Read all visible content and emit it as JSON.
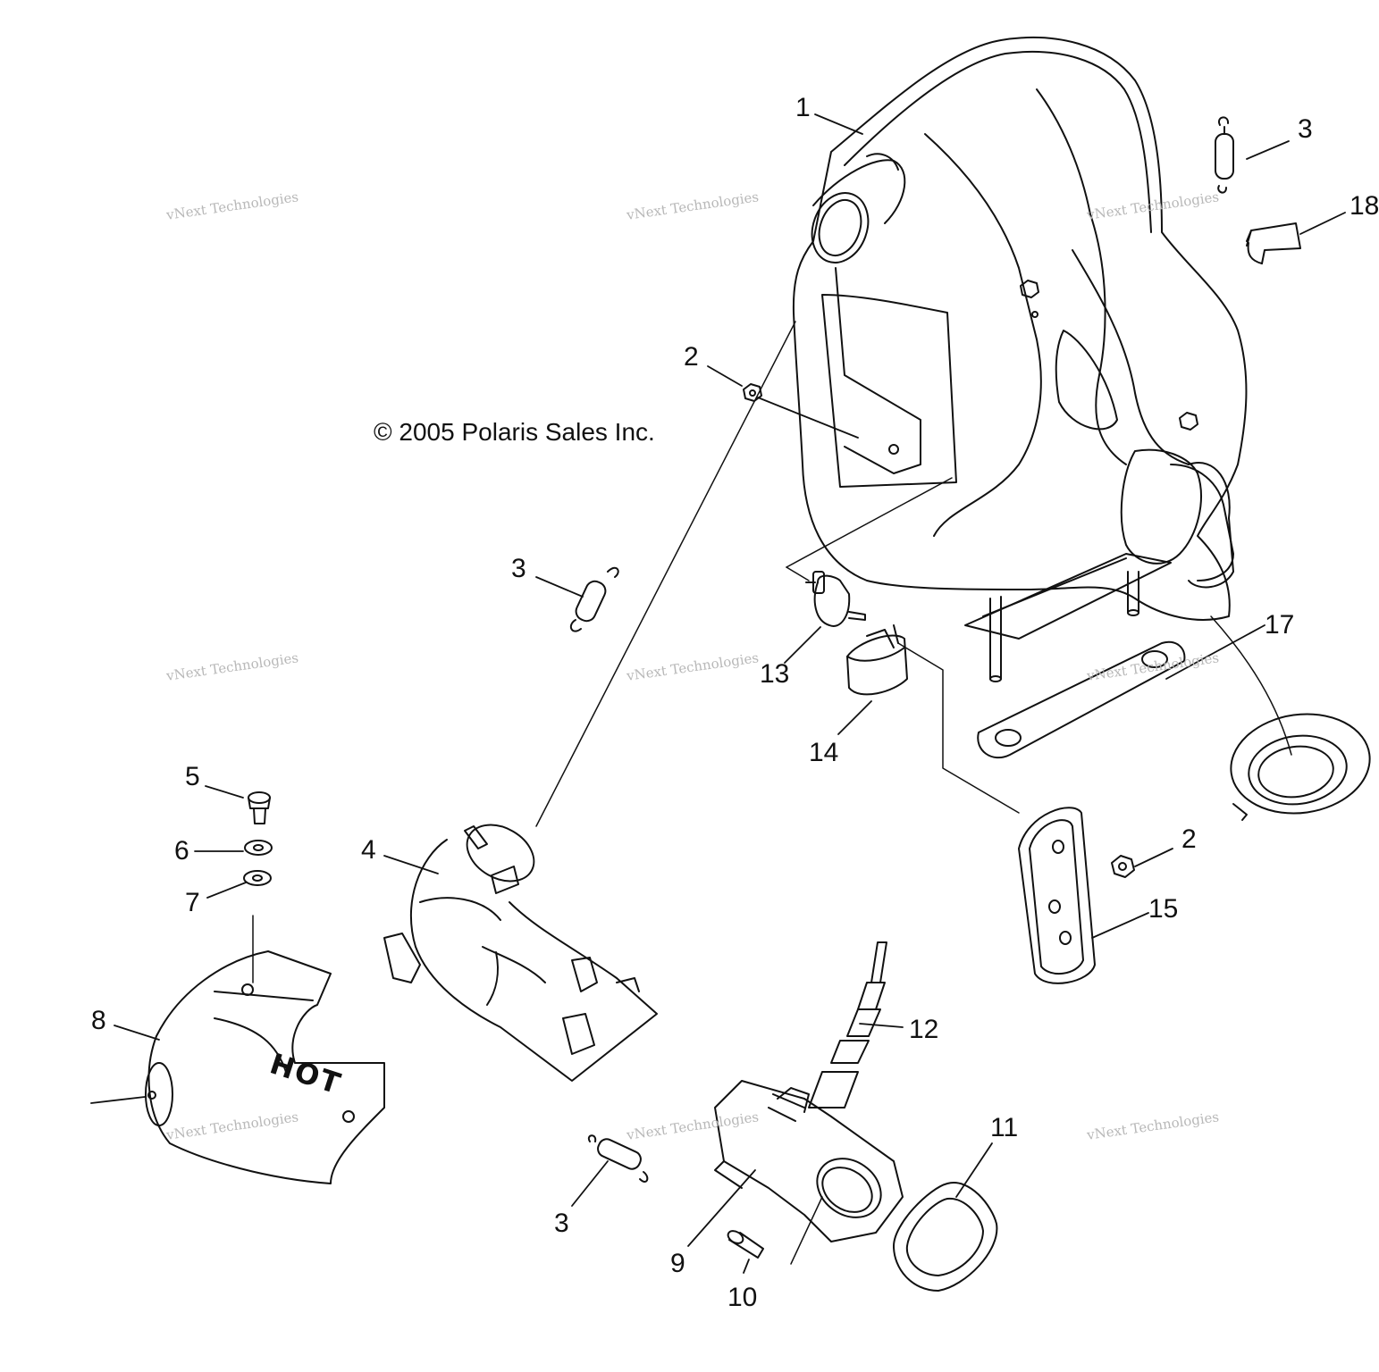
{
  "diagram": {
    "copyright": "© 2005 Polaris Sales Inc.",
    "hot_label": "HOT",
    "watermark": {
      "line1": "vNext Technologies",
      "line2": "vNext\nTechnologies"
    },
    "callouts": [
      "1",
      "2",
      "3",
      "3",
      "18",
      "2",
      "3",
      "13",
      "14",
      "17",
      "5",
      "6",
      "7",
      "4",
      "2",
      "15",
      "8",
      "12",
      "11",
      "3",
      "9",
      "10"
    ]
  }
}
